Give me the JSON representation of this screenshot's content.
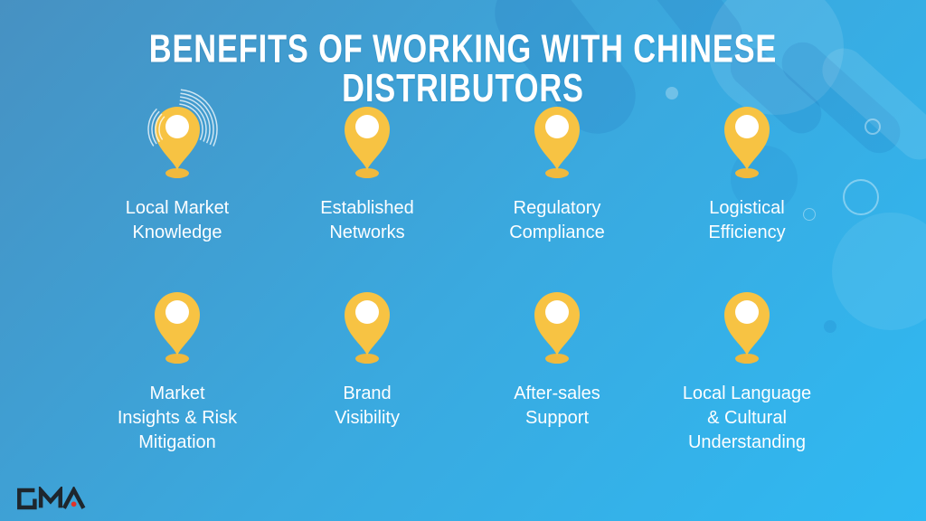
{
  "title": "BENEFITS OF WORKING WITH CHINESE DISTRIBUTORS",
  "benefits": [
    {
      "label": "Local Market\nKnowledge",
      "icon": "map-pin",
      "decoration": "signal-arcs"
    },
    {
      "label": "Established\nNetworks",
      "icon": "map-pin"
    },
    {
      "label": "Regulatory\nCompliance",
      "icon": "map-pin"
    },
    {
      "label": "Logistical\nEfficiency",
      "icon": "map-pin"
    },
    {
      "label": "Market\nInsights & Risk\nMitigation",
      "icon": "map-pin"
    },
    {
      "label": "Brand\nVisibility",
      "icon": "map-pin"
    },
    {
      "label": "After-sales\nSupport",
      "icon": "map-pin"
    },
    {
      "label": "Local Language\n& Cultural\nUnderstanding",
      "icon": "map-pin"
    }
  ],
  "logo": {
    "text": "GMA",
    "text_color": "#1E262D",
    "dot_color": "#E0322A"
  },
  "colors": {
    "background_top_left": "#4791C2",
    "background_middle": "#3AA9DF",
    "background_bottom_right": "#2FB9F2",
    "pin_body": "#F7C343",
    "pin_base": "#F0B93D",
    "pin_inner_circle": "#FFFFFF",
    "title_text": "#FFFFFF",
    "label_text": "#FDFEFF"
  }
}
